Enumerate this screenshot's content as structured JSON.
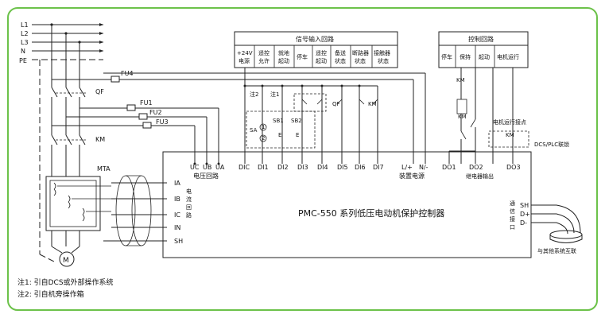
{
  "power_lines": [
    "L1",
    "L2",
    "L3",
    "N",
    "PE"
  ],
  "fuses": [
    "FU4",
    "FU1",
    "FU2",
    "FU3"
  ],
  "breaker": "QF",
  "contactor": "KM",
  "transformer": "MTA",
  "motor": "M",
  "signal_input": {
    "title": "信号输入回路",
    "columns": [
      [
        "+24V",
        "电源"
      ],
      [
        "遥控",
        "允许"
      ],
      [
        "就地",
        "起动"
      ],
      [
        "停车"
      ],
      [
        "遥控",
        "起动"
      ],
      [
        "备送",
        "状态"
      ],
      [
        "断路器",
        "状态"
      ],
      [
        "接触器",
        "状态"
      ]
    ]
  },
  "control_loop": {
    "title": "控制回路",
    "columns": [
      "停车",
      "保持",
      "起动",
      "电机运行"
    ]
  },
  "switch_box": {
    "note1": "注1",
    "note2": "注2",
    "sb1": "SB1",
    "sb2": "SB2",
    "sa": "SA",
    "p1": "1",
    "p2": "2",
    "e": "E",
    "qf": "QF",
    "km": "KM"
  },
  "relay": {
    "km_label": "KM",
    "motor_run_contact": "电机运行接点",
    "dcs_link": "DCS/PLC联锁"
  },
  "terminals": {
    "voltage": [
      "UC",
      "UB",
      "UA"
    ],
    "voltage_caption": "电压回路",
    "di": [
      "DIC",
      "DI1",
      "DI2",
      "DI3",
      "DI4",
      "DI5",
      "DI6",
      "DI7"
    ],
    "power": [
      "L/+",
      "N/-"
    ],
    "power_caption": "装置电源",
    "do": [
      "DO1",
      "DO2",
      "DO3"
    ],
    "do_caption": "继电器输出",
    "current": [
      "IA",
      "IB",
      "IC",
      "IN",
      "SH"
    ],
    "current_caption": [
      "电",
      "流",
      "回",
      "路"
    ],
    "comm": [
      "SH",
      "D+",
      "D-"
    ],
    "comm_caption": [
      "通",
      "信",
      "接",
      "口"
    ]
  },
  "device_name": "PMC-550 系列低压电动机保护控制器",
  "interconnect_label": "与其他系统互联",
  "notes": [
    "注1: 引自DCS或外部操作系统",
    "注2: 引自机旁操作箱"
  ],
  "colors": {
    "frame": "#6cc24a",
    "line": "#222222"
  }
}
